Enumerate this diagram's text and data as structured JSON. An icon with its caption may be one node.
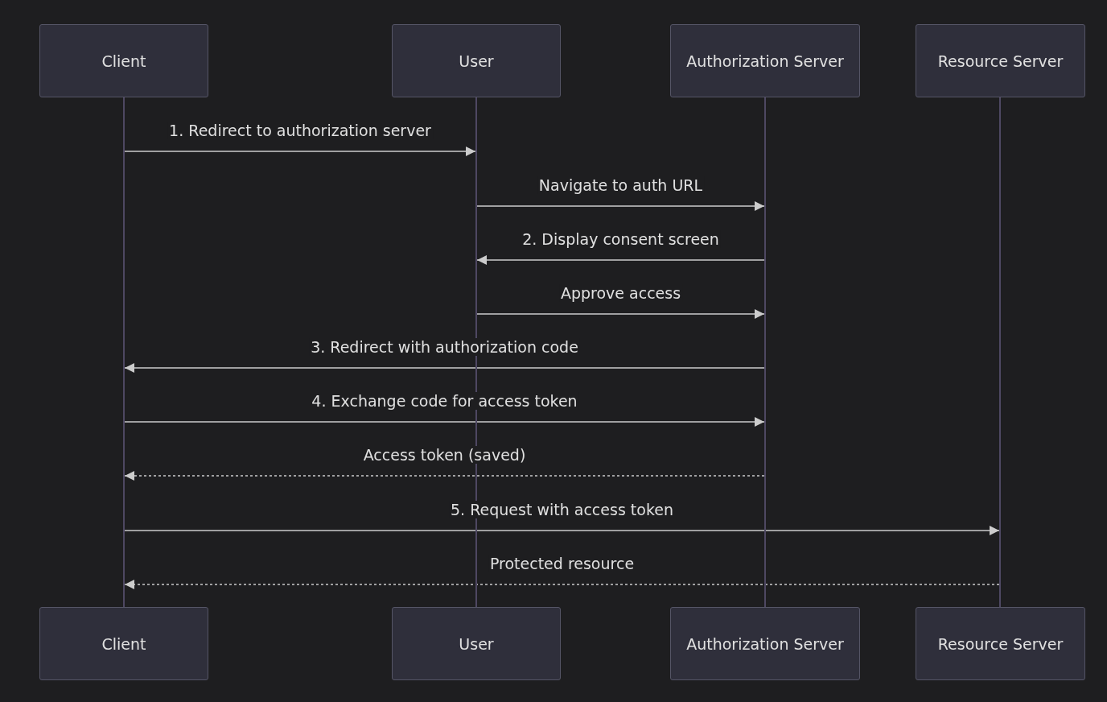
{
  "diagram": {
    "nodes": [
      {
        "text": [
          "Client"
        ]
      },
      {
        "text": [
          "User"
        ]
      },
      {
        "text": [
          "Authorization Server"
        ]
      },
      {
        "text": [
          "Resource Server"
        ]
      },
      {
        "text": [],
        "shape": "bar"
      },
      {
        "text": [],
        "shape": "bar"
      },
      {
        "text": [],
        "shape": "bar"
      },
      {
        "text": [],
        "shape": "bar"
      },
      {
        "text": [
          "Client"
        ]
      },
      {
        "text": [
          "User"
        ]
      },
      {
        "text": [
          "Authorization Server"
        ]
      },
      {
        "text": [
          "Resource Server"
        ]
      }
    ],
    "edges": [
      {
        "from": 4,
        "to": 5,
        "arrow": "to",
        "label": "1. Redirect to authorization server"
      },
      {
        "from": 5,
        "to": 6,
        "arrow": "to",
        "label": "Navigate to auth URL"
      },
      {
        "from": 6,
        "to": 5,
        "arrow": "to",
        "label": "2. Display consent screen"
      },
      {
        "from": 5,
        "to": 6,
        "arrow": "to",
        "label": "Approve access"
      },
      {
        "from": 6,
        "to": 4,
        "arrow": "to",
        "label": "3. Redirect with authorization code"
      },
      {
        "from": 4,
        "to": 6,
        "arrow": "to",
        "label": "4. Exchange code for access token"
      },
      {
        "from": 6,
        "to": 4,
        "arrow": "to",
        "label": "Access token (saved)",
        "style": "dashed"
      },
      {
        "from": 4,
        "to": 7,
        "arrow": "to",
        "label": "5. Request with access token"
      },
      {
        "from": 7,
        "to": 4,
        "arrow": "to",
        "label": "Protected resource",
        "style": "dashed"
      }
    ]
  }
}
